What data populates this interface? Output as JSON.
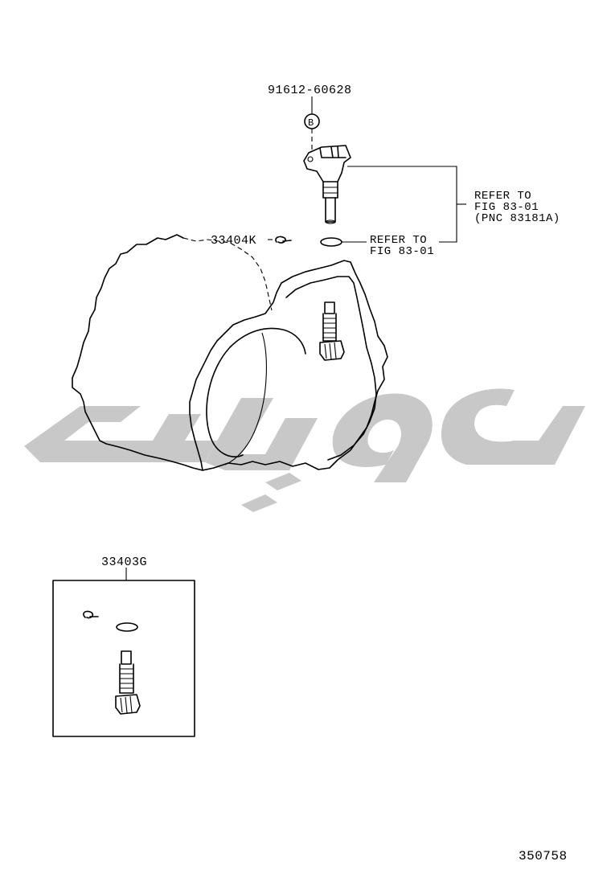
{
  "callouts": {
    "sensor_bolt": "91612-60628",
    "bolt_marker": "B",
    "refer_sensor_line1": "REFER TO",
    "refer_sensor_line2": "FIG 83-01",
    "refer_sensor_line3": "(PNC 83181A)",
    "refer_oring_line1": "REFER TO",
    "refer_oring_line2": "FIG 83-01",
    "clip_part": "33404K",
    "kit_part": "33403G"
  },
  "diagram_number": "350758",
  "colors": {
    "line": "#000000",
    "watermark": "#c8c8c8",
    "background": "#ffffff"
  }
}
